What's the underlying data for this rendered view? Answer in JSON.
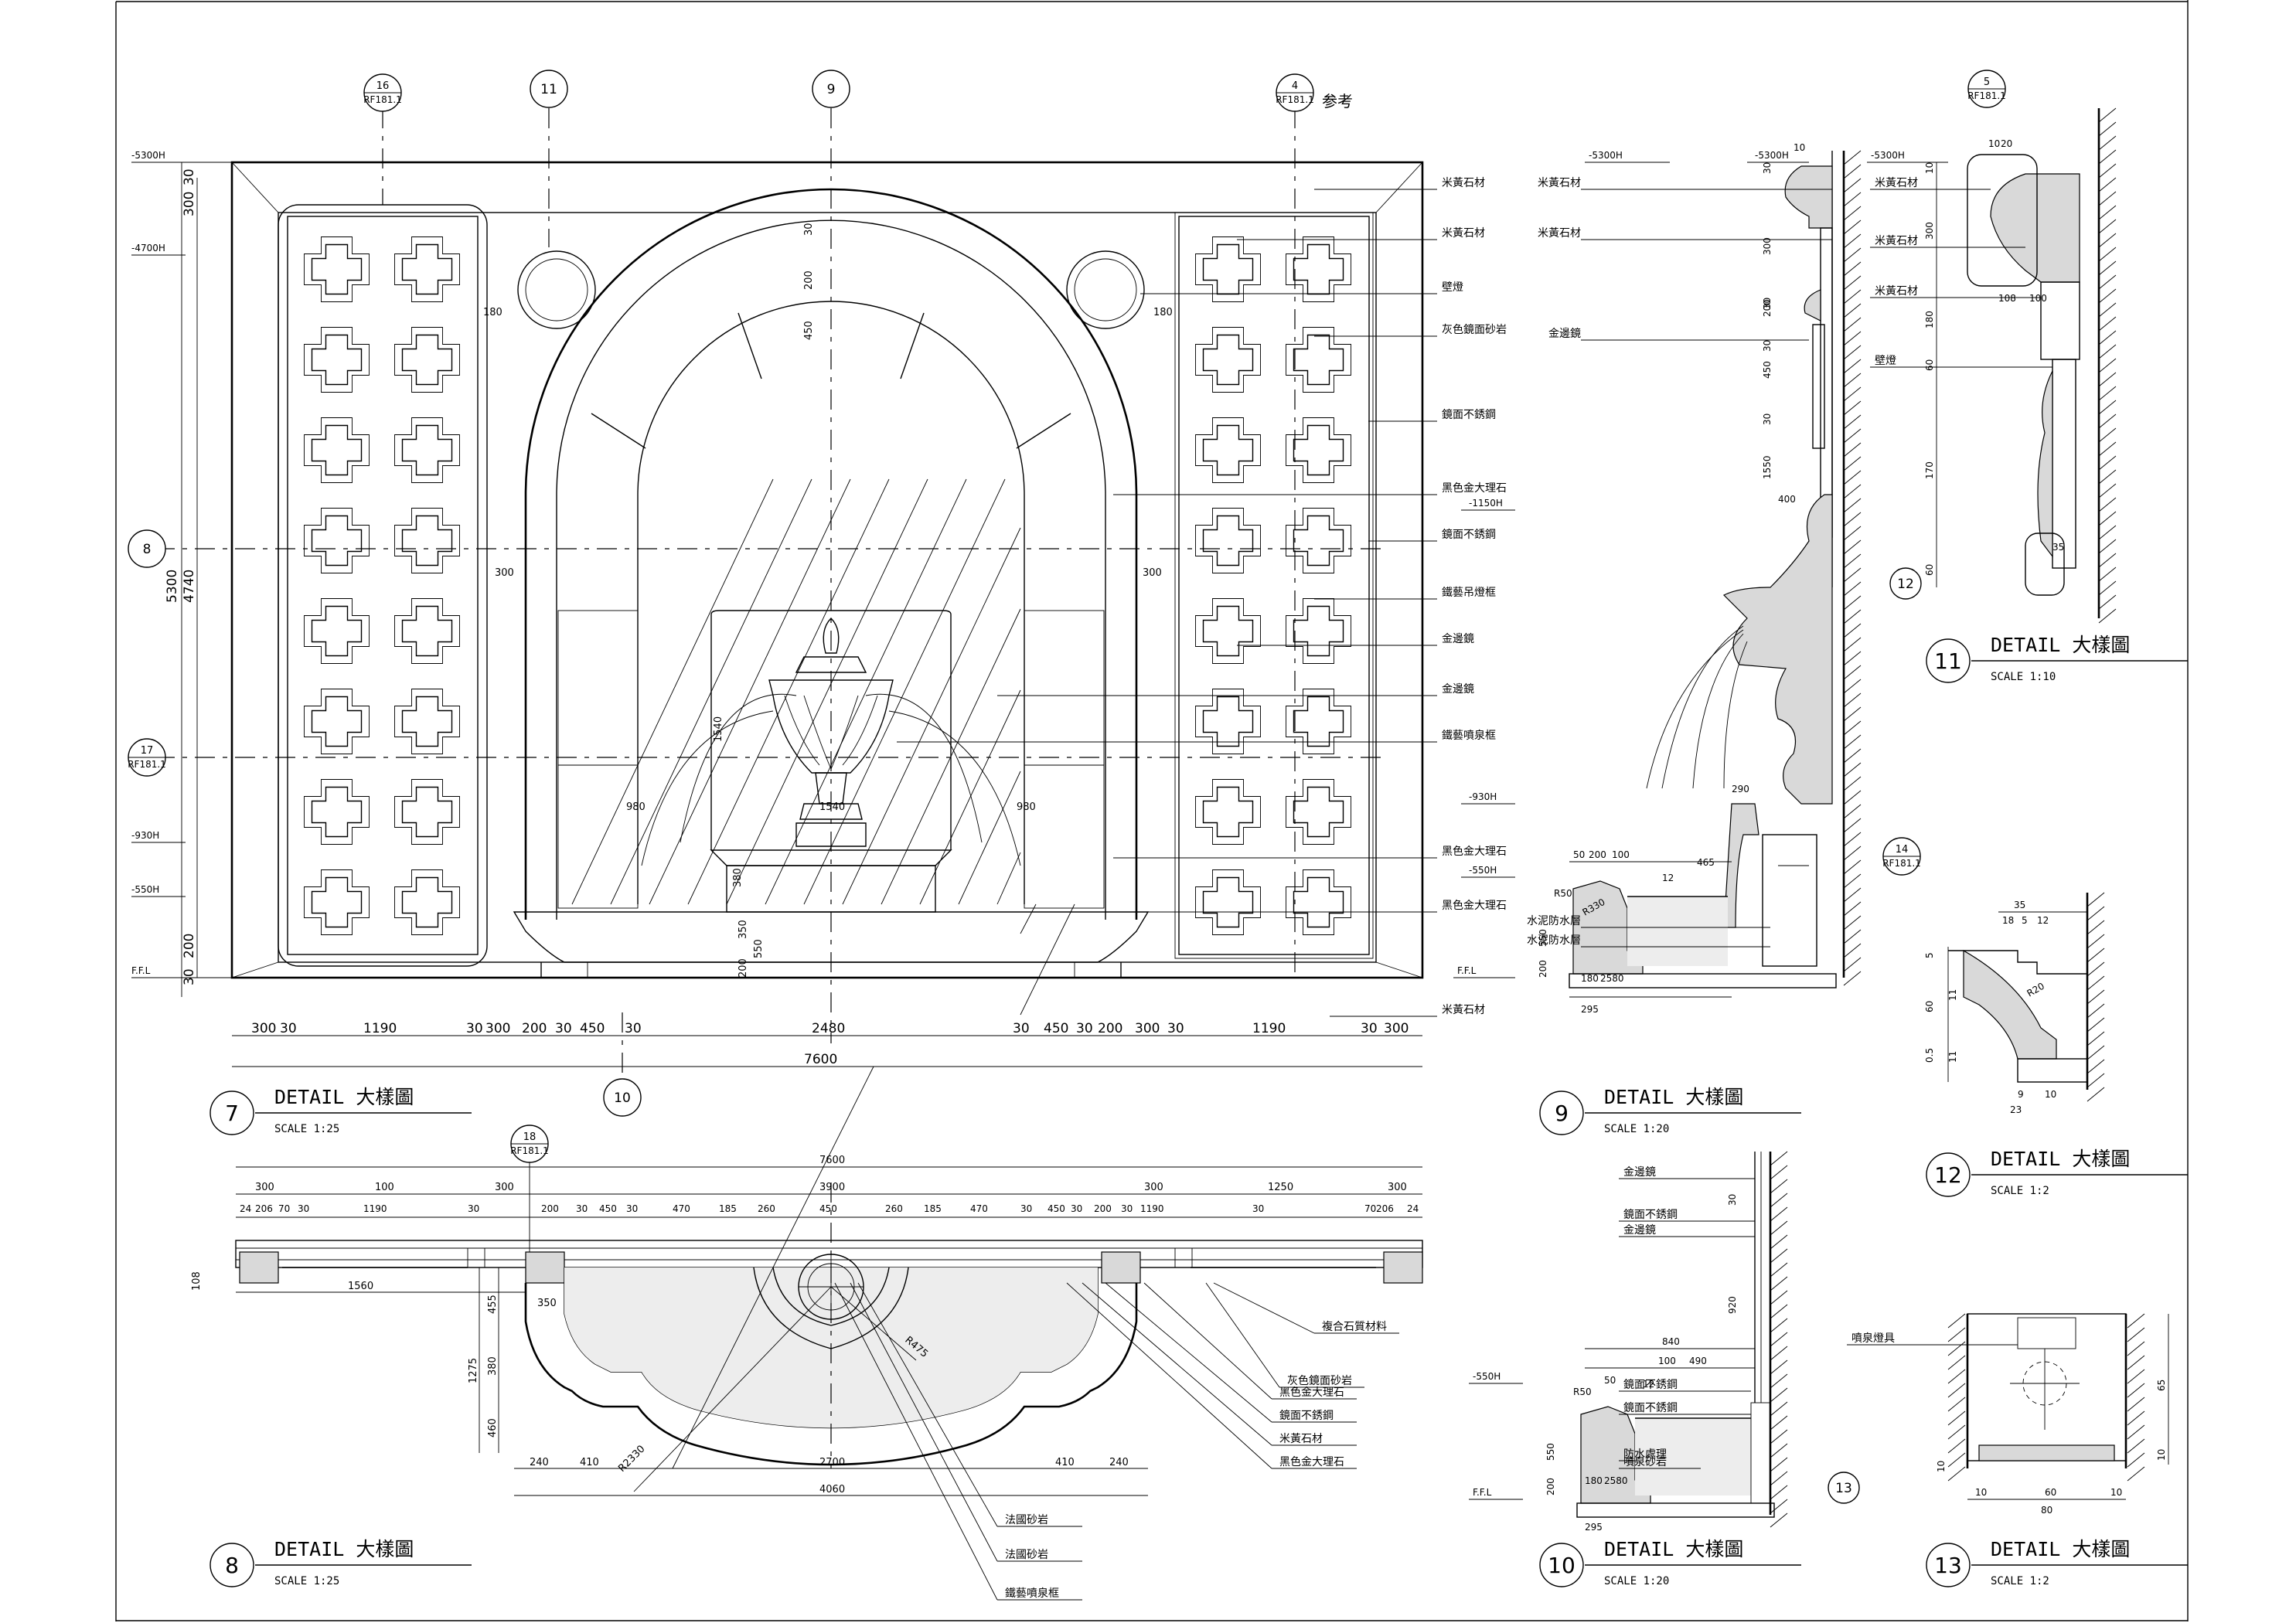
{
  "sheet": {
    "ref_note": "参考"
  },
  "bubbles_top": [
    "16",
    "11",
    "9",
    "4"
  ],
  "bubble_sub": "RF181.1",
  "bubbles_side": [
    "8",
    "17"
  ],
  "bubble_18": "18",
  "bubble_10": "10",
  "bubble_12": "12",
  "bubble_13": "13",
  "bubble_14": "14",
  "bubble_5": "5",
  "levels": {
    "l5300": "-5300H",
    "l4700": "-4700H",
    "l1150": "-1150H",
    "l930": "-930H",
    "l550": "-550H",
    "ffl": "F.F.L"
  },
  "views": [
    {
      "num": "7",
      "title": "DETAIL 大樣圖",
      "scale": "SCALE    1:25"
    },
    {
      "num": "8",
      "title": "DETAIL 大樣圖",
      "scale": "SCALE    1:25"
    },
    {
      "num": "9",
      "title": "DETAIL 大樣圖",
      "scale": "SCALE    1:20"
    },
    {
      "num": "10",
      "title": "DETAIL 大樣圖",
      "scale": "SCALE    1:20"
    },
    {
      "num": "11",
      "title": "DETAIL 大樣圖",
      "scale": "SCALE    1:10"
    },
    {
      "num": "12",
      "title": "DETAIL 大樣圖",
      "scale": "SCALE    1:2"
    },
    {
      "num": "13",
      "title": "DETAIL 大樣圖",
      "scale": "SCALE    1:2"
    }
  ],
  "dims_7_bottom": [
    "300",
    "30",
    "1190",
    "30",
    "300",
    "200",
    "30",
    "450",
    "30",
    "2480",
    "30",
    "450",
    "30",
    "200",
    "300",
    "30",
    "1190",
    "30",
    "300"
  ],
  "dim_7_total": "7600",
  "dims_7_left": [
    "30",
    "300",
    "5300",
    "4740",
    "200",
    "30"
  ],
  "dims_7_inner": [
    "180",
    "180",
    "300",
    "300",
    "980",
    "980",
    "1540",
    "1540",
    "350",
    "200",
    "550",
    "380",
    "200",
    "450",
    "30"
  ],
  "dims_8_top_total": "7600",
  "dims_8_top": [
    "300",
    "100",
    "300",
    "3900",
    "300",
    "1250",
    "300"
  ],
  "dims_8_row2": [
    "24",
    "206",
    "70",
    "30",
    "1190",
    "30",
    "200",
    "30",
    "450",
    "30",
    "470",
    "185",
    "260",
    "450",
    "260",
    "185",
    "470",
    "30",
    "450",
    "30",
    "200",
    "30",
    "1190",
    "30",
    "70",
    "206",
    "24"
  ],
  "dims_8_left": [
    "108",
    "1560",
    "1275",
    "455",
    "350",
    "380",
    "460"
  ],
  "dims_8_bottom": [
    "240",
    "410",
    "2700",
    "410",
    "240"
  ],
  "dim_8_total": "4060",
  "dims_8_radius": [
    "R2330",
    "R475"
  ],
  "dims_9": [
    "10",
    "30",
    "300",
    "30",
    "200",
    "30",
    "450",
    "30",
    "1550",
    "400",
    "290",
    "50",
    "200",
    "100",
    "465",
    "R50",
    "12",
    "R330",
    "550",
    "200",
    "180",
    "2580",
    "295"
  ],
  "dims_10": [
    "30",
    "920",
    "840",
    "100",
    "490",
    "50",
    "R50",
    "12",
    "550",
    "200",
    "180",
    "2580",
    "295"
  ],
  "dims_11": [
    "10",
    "20",
    "10",
    "300",
    "108",
    "100",
    "180",
    "60",
    "170",
    "60",
    "35"
  ],
  "dims_12": [
    "35",
    "18",
    "5",
    "12",
    "5",
    "60",
    "11",
    "R20",
    "0.5",
    "11",
    "9",
    "10",
    "23"
  ],
  "dims_13": [
    "65",
    "10",
    "10",
    "10",
    "60",
    "10",
    "80"
  ],
  "notes_7": [
    "米黃石材",
    "米黃石材",
    "壁燈",
    "灰色鏡面砂岩",
    "鏡面不銹鋼",
    "黑色金大理石",
    "鏡面不銹鋼",
    "鐵藝吊燈框",
    "金邊鏡",
    "金邊鏡",
    "鐵藝噴泉框",
    "黑色金大理石",
    "黑色金大理石",
    "米黃石材"
  ],
  "notes_8": [
    "複合石質材料",
    "灰色鏡面砂岩",
    "黑色金大理石",
    "鏡面不銹鋼",
    "米黃石材",
    "黑色金大理石",
    "法國砂岩",
    "法國砂岩",
    "鐵藝噴泉框"
  ],
  "notes_9": [
    "米黃石材",
    "米黃石材",
    "金邊鏡",
    "水泥防水層",
    "水泥防水層"
  ],
  "notes_10": [
    "金邊鏡",
    "鏡面不銹鋼",
    "金邊鏡",
    "鏡面不銹鋼",
    "鏡面不銹鋼",
    "噴泉砂岩",
    "防水處理"
  ],
  "notes_11": [
    "米黃石材",
    "米黃石材",
    "米黃石材",
    "壁燈"
  ],
  "notes_13": [
    "噴泉燈具"
  ]
}
